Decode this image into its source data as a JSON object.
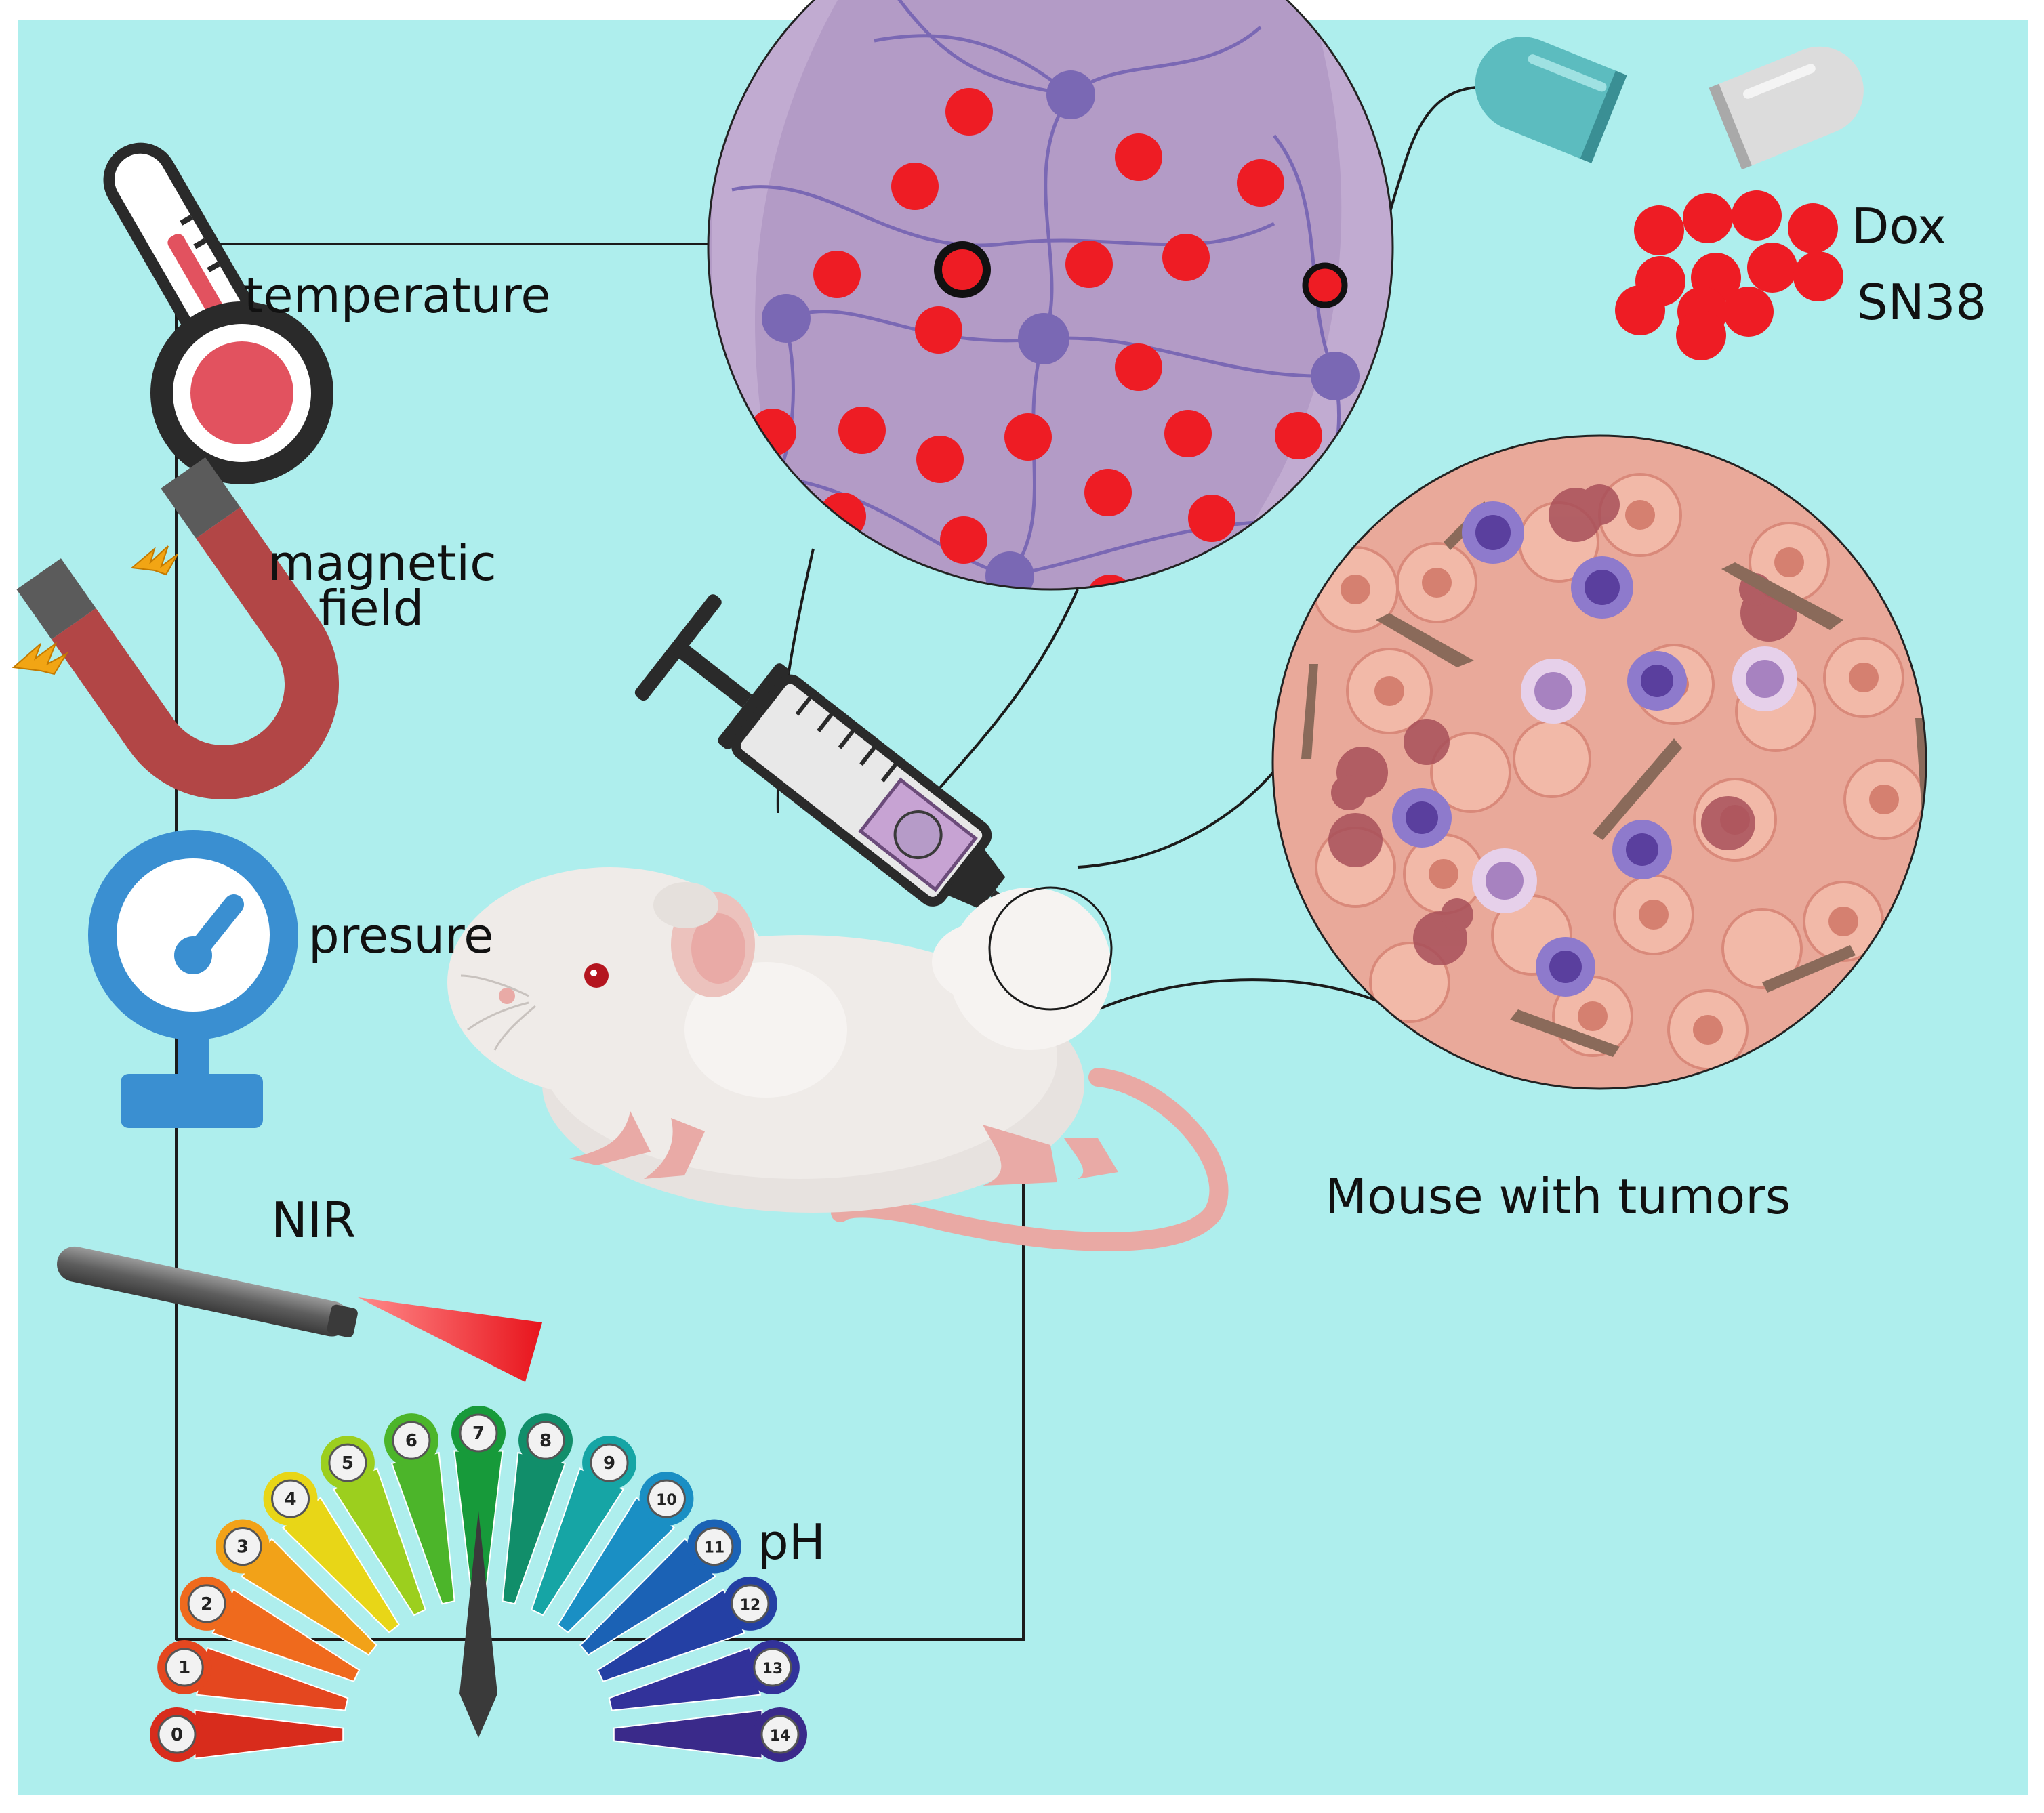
{
  "labels": {
    "temperature": "temperature",
    "magnetic_line1": "magnetic",
    "magnetic_line2": "field",
    "pressure": "presure",
    "nir": "NIR",
    "ph": "pH",
    "dox": "Dox",
    "sn38": "SN38",
    "mouse": "Mouse with tumors"
  },
  "ph_scale": [
    "0",
    "1",
    "2",
    "3",
    "4",
    "5",
    "6",
    "7",
    "8",
    "9",
    "10",
    "11",
    "12",
    "13",
    "14"
  ],
  "ph_colors": [
    "#d82c1c",
    "#e4471f",
    "#ef6a1d",
    "#f2a218",
    "#e8d617",
    "#9ccf1e",
    "#4cb52a",
    "#179a3a",
    "#118e6a",
    "#16a5a5",
    "#1a8fc4",
    "#1b62b5",
    "#2440a4",
    "#32329a",
    "#3a2a8a"
  ],
  "colors": {
    "background": "#aeeeed",
    "drug": "#ee1c24",
    "hydrogel": "#b79cc9",
    "crosslink": "#7a68b4"
  }
}
